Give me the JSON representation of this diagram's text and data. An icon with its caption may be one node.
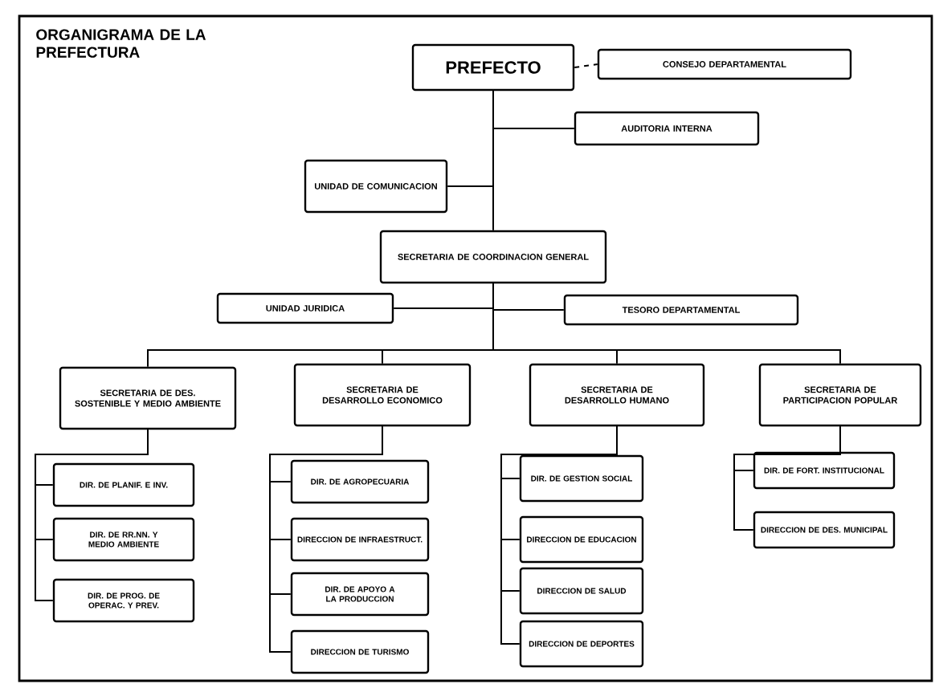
{
  "diagram": {
    "title": "ORGANIGRAMA DE LA PREFECTURA",
    "nodes": [
      {
        "text": [
          "PREFECTO"
        ]
      },
      {
        "text": [
          "CONSEJO DEPARTAMENTAL"
        ]
      },
      {
        "text": [
          "AUDITORIA INTERNA"
        ]
      },
      {
        "text": [
          "UNIDAD DE COMUNICACION"
        ]
      },
      {
        "text": [
          "SECRETARIA DE COORDINACION GENERAL"
        ]
      },
      {
        "text": [
          "UNIDAD JURIDICA"
        ]
      },
      {
        "text": [
          "TESORO DEPARTAMENTAL"
        ]
      },
      {
        "text": [
          "SECRETARIA DE DES. SOSTENIBLE Y MEDIO AMBIENTE"
        ]
      },
      {
        "text": [
          "SECRETARIA DE DESARROLLO ECONOMICO"
        ]
      },
      {
        "text": [
          "SECRETARIA DE DESARROLLO HUMANO"
        ]
      },
      {
        "text": [
          "SECRETARIA DE PARTICIPACION POPULAR"
        ]
      },
      {
        "text": [
          "DIR. DE PLANIF. E INV."
        ]
      },
      {
        "text": [
          "DIR. DE RR.NN. Y MEDIO AMBIENTE"
        ]
      },
      {
        "text": [
          "DIR. DE PROG. DE OPERAC. Y PREV."
        ]
      },
      {
        "text": [
          "DIR. DE AGROPECUARIA"
        ]
      },
      {
        "text": [
          "DIRECCION DE INFRAESTRUCT."
        ]
      },
      {
        "text": [
          "DIR. DE APOYO A LA PRODUCCION"
        ]
      },
      {
        "text": [
          "DIRECCION DE TURISMO"
        ]
      },
      {
        "text": [
          "DIR. DE GESTION SOCIAL"
        ]
      },
      {
        "text": [
          "DIRECCION DE EDUCACION"
        ]
      },
      {
        "text": [
          "DIRECCION DE SALUD"
        ]
      },
      {
        "text": [
          "DIRECCION DE DEPORTES"
        ]
      },
      {
        "text": [
          "DIR. DE FORT. INSTITUCIONAL"
        ]
      },
      {
        "text": [
          "DIRECCION DE DES. MUNICIPAL"
        ]
      }
    ],
    "edges": [
      {
        "from": 0,
        "to": 1,
        "arrow": "none",
        "style": "dashed"
      },
      {
        "from": 0,
        "to": 2,
        "arrow": "none"
      },
      {
        "from": 0,
        "to": 3,
        "arrow": "none"
      },
      {
        "from": 0,
        "to": 4,
        "arrow": "none"
      },
      {
        "from": 4,
        "to": 5,
        "arrow": "none"
      },
      {
        "from": 4,
        "to": 6,
        "arrow": "none"
      },
      {
        "from": 4,
        "to": 7,
        "arrow": "none"
      },
      {
        "from": 4,
        "to": 8,
        "arrow": "none"
      },
      {
        "from": 4,
        "to": 9,
        "arrow": "none"
      },
      {
        "from": 4,
        "to": 10,
        "arrow": "none"
      },
      {
        "from": 7,
        "to": 11,
        "arrow": "none"
      },
      {
        "from": 7,
        "to": 12,
        "arrow": "none"
      },
      {
        "from": 7,
        "to": 13,
        "arrow": "none"
      },
      {
        "from": 8,
        "to": 14,
        "arrow": "none"
      },
      {
        "from": 8,
        "to": 15,
        "arrow": "none"
      },
      {
        "from": 8,
        "to": 16,
        "arrow": "none"
      },
      {
        "from": 8,
        "to": 17,
        "arrow": "none"
      },
      {
        "from": 9,
        "to": 18,
        "arrow": "none"
      },
      {
        "from": 9,
        "to": 19,
        "arrow": "none"
      },
      {
        "from": 9,
        "to": 20,
        "arrow": "none"
      },
      {
        "from": 9,
        "to": 21,
        "arrow": "none"
      },
      {
        "from": 10,
        "to": 22,
        "arrow": "none"
      },
      {
        "from": 10,
        "to": 23,
        "arrow": "none"
      }
    ]
  }
}
